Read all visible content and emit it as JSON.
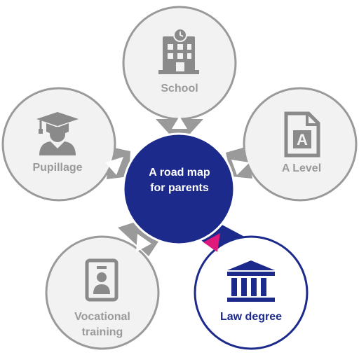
{
  "center": {
    "label": "A road map for parents"
  },
  "nodes": {
    "school": {
      "label": "School",
      "icon": "building-icon",
      "active": false
    },
    "a_level": {
      "label": "A Level",
      "icon": "document-a-icon",
      "active": false
    },
    "law_degree": {
      "label": "Law degree",
      "icon": "courthouse-icon",
      "active": true
    },
    "vocational": {
      "label": "Vocational training",
      "icon": "id-badge-icon",
      "active": false
    },
    "pupillage": {
      "label": "Pupillage",
      "icon": "graduate-icon",
      "active": false
    }
  },
  "colors": {
    "center_fill": "#1c2a8c",
    "active_accent": "#e0197d",
    "inactive_stroke": "#9a9a9a",
    "inactive_fill": "#f2f2f2",
    "inactive_text": "#9a9a9a",
    "icon_grey": "#8a8a8a"
  }
}
